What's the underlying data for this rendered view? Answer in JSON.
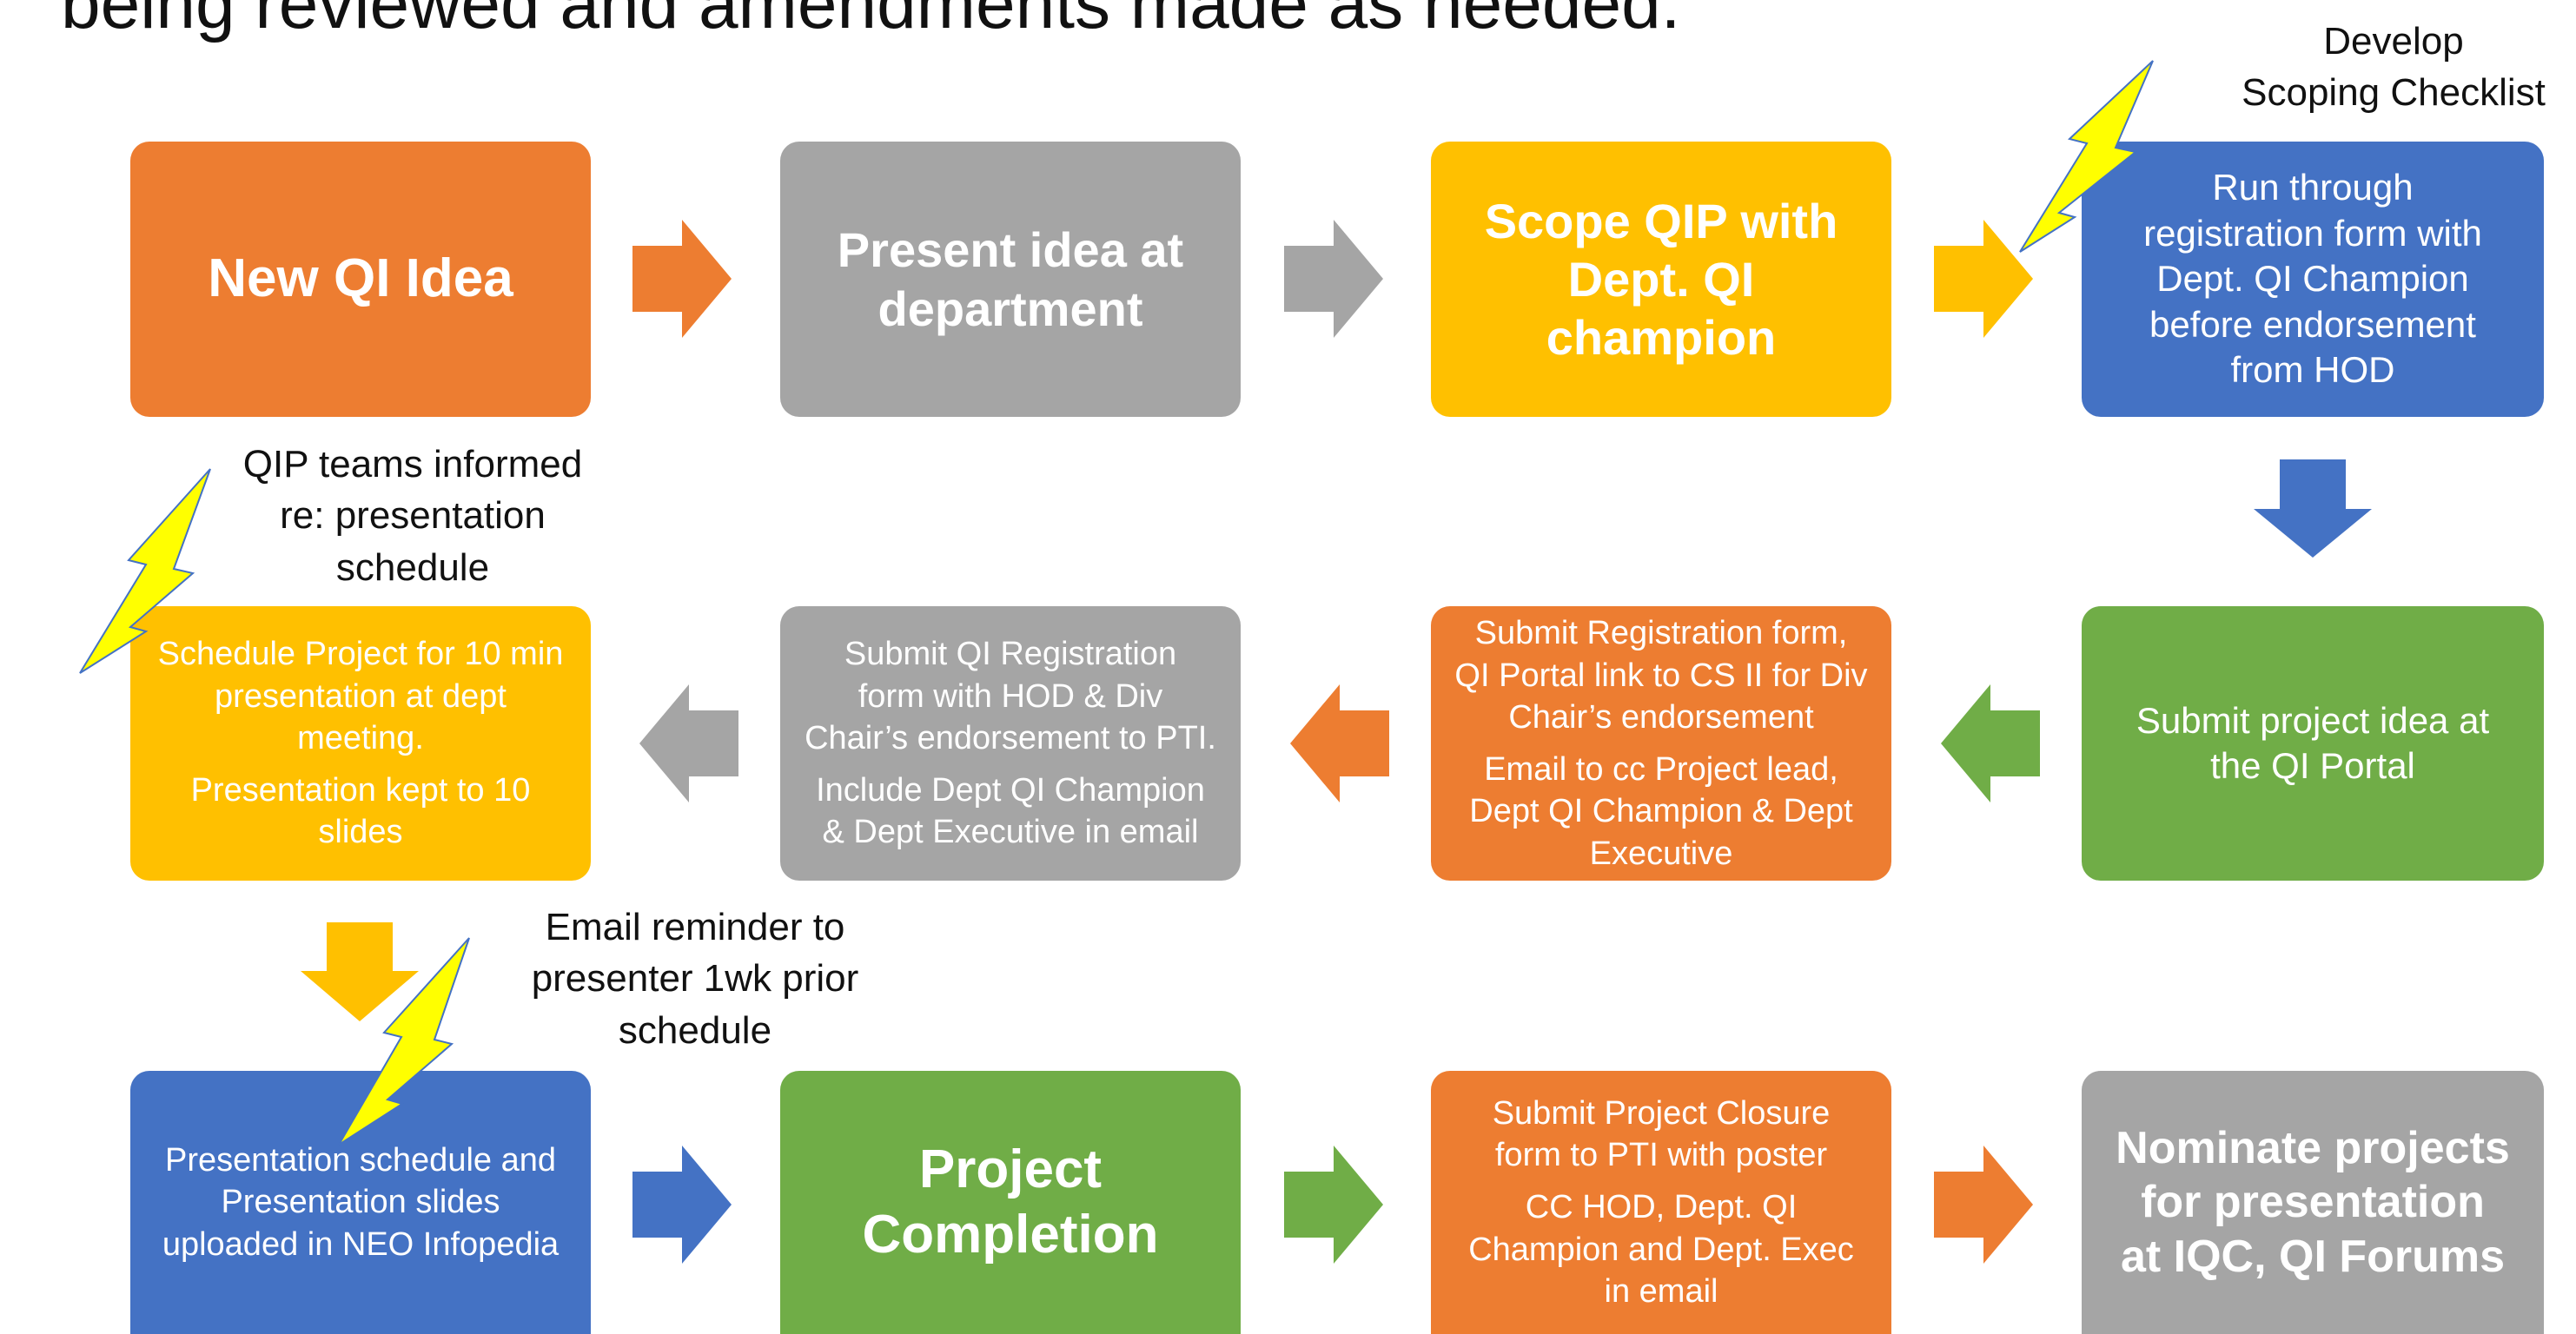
{
  "heading": "being reviewed and amendments made as needed.",
  "colors": {
    "orange": "#ED7D31",
    "gray": "#A5A5A5",
    "yellow": "#FFC000",
    "blue": "#4472C4",
    "green": "#70AD47",
    "lightning": "#FFFF00"
  },
  "boxes": {
    "new_qi_idea": [
      "New QI Idea"
    ],
    "present_idea": [
      "Present idea at",
      "department"
    ],
    "scope_qip": [
      "Scope QIP with",
      "Dept. QI",
      "champion"
    ],
    "run_through": [
      "Run through",
      "registration form with",
      "Dept. QI Champion",
      "before endorsement",
      "from HOD"
    ],
    "submit_portal": [
      "Submit project idea at",
      "the QI Portal"
    ],
    "submit_registration": {
      "p1": [
        "Submit Registration form,",
        "QI Portal link to CS II for Div",
        "Chair’s endorsement"
      ],
      "p2": [
        "Email to cc Project lead,",
        "Dept QI Champion & Dept",
        "Executive"
      ]
    },
    "submit_qi_registration": {
      "p1": [
        "Submit QI Registration",
        "form with HOD & Div",
        "Chair’s endorsement to PTI."
      ],
      "p2": [
        "Include Dept QI Champion",
        "& Dept Executive in email"
      ]
    },
    "schedule_project": {
      "p1": [
        "Schedule Project for 10 min",
        "presentation at dept",
        "meeting."
      ],
      "p2": [
        "Presentation kept to 10",
        "slides"
      ]
    },
    "presentation_schedule": [
      "Presentation schedule and",
      "Presentation slides",
      "uploaded in NEO Infopedia"
    ],
    "project_completion": [
      "Project",
      "Completion"
    ],
    "submit_closure": {
      "p1": [
        "Submit Project Closure",
        "form to PTI with poster"
      ],
      "p2": [
        "CC HOD, Dept. QI",
        "Champion and Dept. Exec",
        "in email"
      ]
    },
    "nominate": [
      "Nominate projects",
      "for presentation",
      "at IQC, QI Forums"
    ]
  },
  "notes": {
    "develop_scoping": [
      "Develop",
      "Scoping Checklist"
    ],
    "qip_teams": [
      "QIP teams informed",
      "re: presentation",
      "schedule"
    ],
    "email_reminder": [
      "Email reminder to",
      "presenter 1wk prior",
      "schedule"
    ]
  },
  "arrows": [
    {
      "dir": "right",
      "color": "orange"
    },
    {
      "dir": "right",
      "color": "gray"
    },
    {
      "dir": "right",
      "color": "yellow"
    },
    {
      "dir": "down",
      "color": "blue"
    },
    {
      "dir": "left",
      "color": "green"
    },
    {
      "dir": "left",
      "color": "orange"
    },
    {
      "dir": "left",
      "color": "gray"
    },
    {
      "dir": "down",
      "color": "yellow"
    },
    {
      "dir": "right",
      "color": "blue"
    },
    {
      "dir": "right",
      "color": "green"
    },
    {
      "dir": "right",
      "color": "orange"
    }
  ]
}
